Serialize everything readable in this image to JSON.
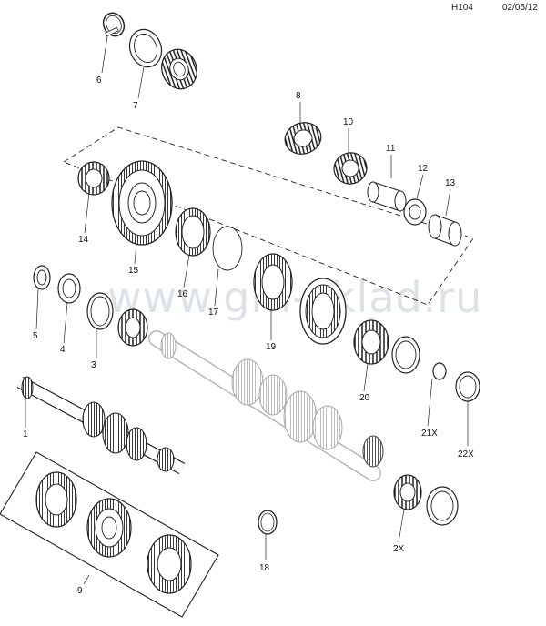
{
  "header": {
    "code": "H104",
    "date": "02/05/12"
  },
  "watermark": "www.gm-sklad.ru",
  "callouts": [
    {
      "id": "c6",
      "label": "6"
    },
    {
      "id": "c7",
      "label": "7"
    },
    {
      "id": "c8",
      "label": "8"
    },
    {
      "id": "c10",
      "label": "10"
    },
    {
      "id": "c11",
      "label": "11"
    },
    {
      "id": "c12",
      "label": "12"
    },
    {
      "id": "c13",
      "label": "13"
    },
    {
      "id": "c14",
      "label": "14"
    },
    {
      "id": "c15",
      "label": "15"
    },
    {
      "id": "c16",
      "label": "16"
    },
    {
      "id": "c17",
      "label": "17"
    },
    {
      "id": "c5",
      "label": "5"
    },
    {
      "id": "c4",
      "label": "4"
    },
    {
      "id": "c3",
      "label": "3"
    },
    {
      "id": "c19",
      "label": "19"
    },
    {
      "id": "c20",
      "label": "20"
    },
    {
      "id": "c21x",
      "label": "21X"
    },
    {
      "id": "c22x",
      "label": "22X"
    },
    {
      "id": "c1",
      "label": "1"
    },
    {
      "id": "c2x",
      "label": "2X"
    },
    {
      "id": "c18",
      "label": "18"
    },
    {
      "id": "c9",
      "label": "9"
    }
  ]
}
